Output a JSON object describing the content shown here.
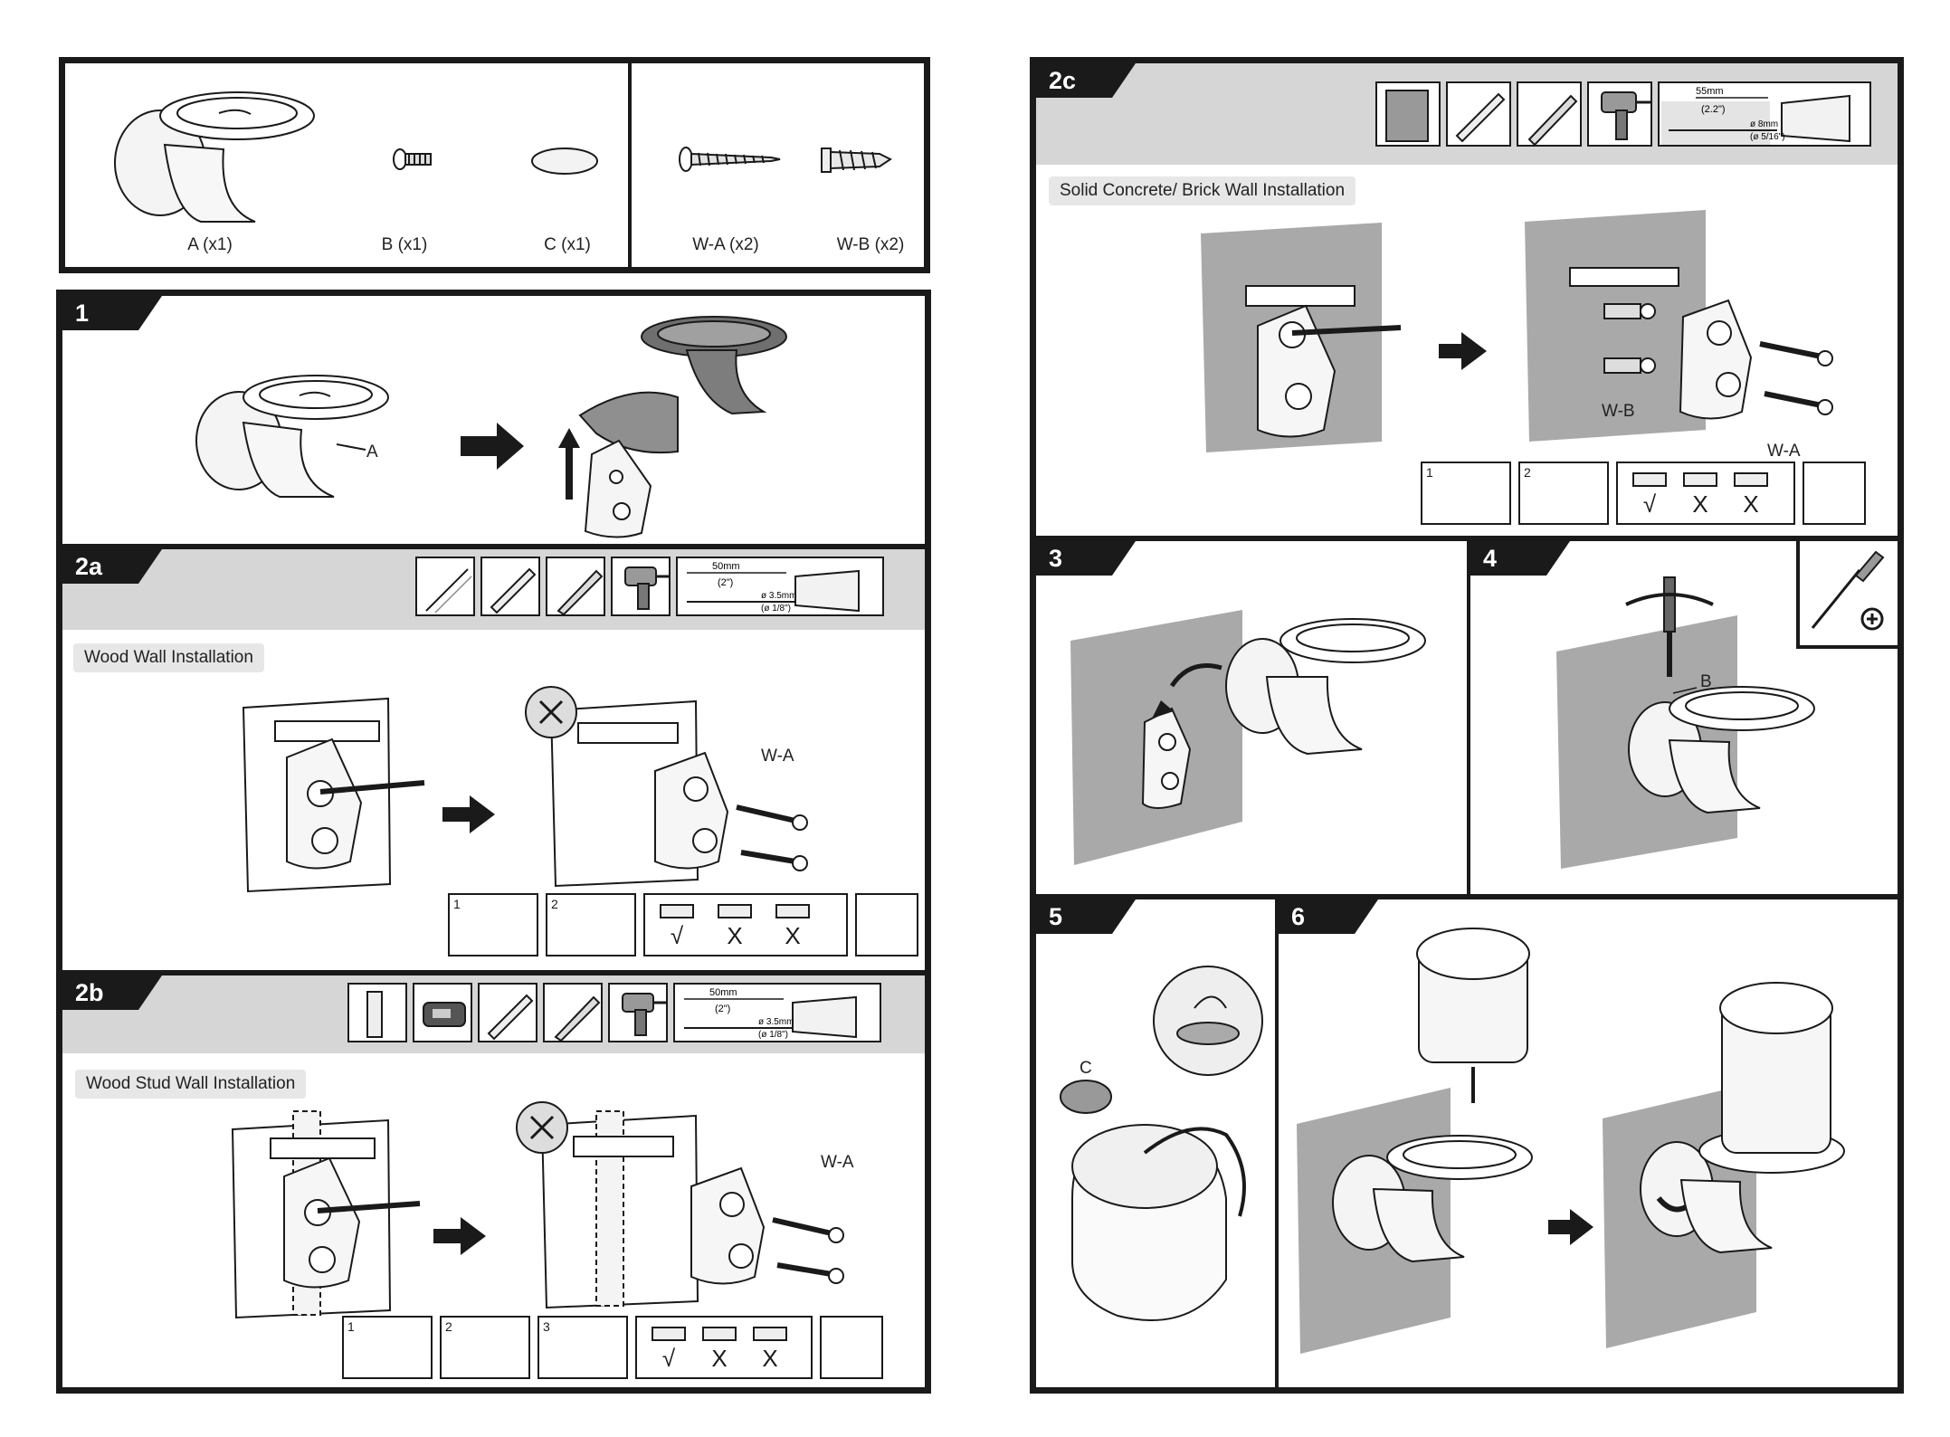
{
  "parts": {
    "items": [
      {
        "label": "A (x1)"
      },
      {
        "label": "B (x1)"
      },
      {
        "label": "C (x1)"
      },
      {
        "label": "W-A (x2)"
      },
      {
        "label": "W-B (x2)"
      }
    ]
  },
  "steps": {
    "s1": {
      "num": "1",
      "callout": "A"
    },
    "s2a": {
      "num": "2a",
      "title": "Wood Wall Installation",
      "callout": "W-A",
      "drill": {
        "depth_mm": "50mm",
        "depth_in": "(2\")",
        "dia_mm": "ø 3.5mm",
        "dia_in": "(ø 1/8\")"
      },
      "check": {
        "ok": "√",
        "bad1": "X",
        "bad2": "X",
        "n1": "1",
        "n2": "2"
      }
    },
    "s2b": {
      "num": "2b",
      "title": "Wood Stud Wall Installation",
      "callout": "W-A",
      "drill": {
        "depth_mm": "50mm",
        "depth_in": "(2\")",
        "dia_mm": "ø 3.5mm",
        "dia_in": "(ø 1/8\")"
      },
      "check": {
        "ok": "√",
        "bad1": "X",
        "bad2": "X",
        "n1": "1",
        "n2": "2",
        "n3": "3"
      }
    },
    "s2c": {
      "num": "2c",
      "title": "Solid Concrete/ Brick Wall Installation",
      "callout_a": "W-A",
      "callout_b": "W-B",
      "drill": {
        "depth_mm": "55mm",
        "depth_in": "(2.2\")",
        "dia_mm": "ø 8mm",
        "dia_in": "(ø 5/16\")"
      },
      "check": {
        "ok": "√",
        "bad1": "X",
        "bad2": "X",
        "n1": "1",
        "n2": "2"
      }
    },
    "s3": {
      "num": "3"
    },
    "s4": {
      "num": "4",
      "callout": "B"
    },
    "s5": {
      "num": "5",
      "callout": "C"
    },
    "s6": {
      "num": "6"
    }
  },
  "colors": {
    "frame": "#1a1a1a",
    "band": "#d6d6d6",
    "wall": "#a9a9a9",
    "arrow": "#1a1a1a"
  }
}
